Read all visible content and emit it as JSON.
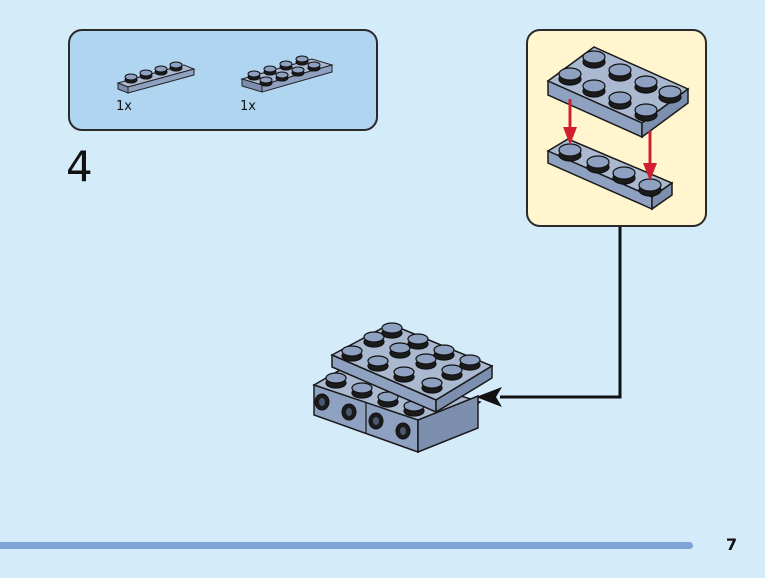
{
  "page": {
    "background": "#d4ebfa",
    "step_number": "4",
    "page_number": "7"
  },
  "parts_list": {
    "background": "#b0d5f1",
    "items": [
      {
        "name": "plate-1x4",
        "quantity": "1x",
        "color": "#8ea1c0"
      },
      {
        "name": "plate-2x4",
        "quantity": "1x",
        "color": "#8ea1c0"
      }
    ]
  },
  "callout": {
    "background": "#fff6cf",
    "arrow_color": "#d02030",
    "top_piece": "plate-2x4",
    "bottom_piece": "plate-1x4"
  },
  "main_assembly": {
    "color": "#8ea1c0",
    "arrow_color": "#111111"
  },
  "footer": {
    "bar_color": "#7fa5d6"
  }
}
